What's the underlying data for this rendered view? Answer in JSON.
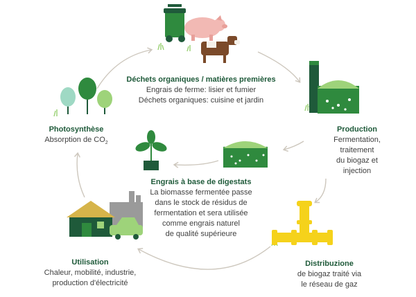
{
  "stages": {
    "waste": {
      "title": "Déchets organiques / matières premières",
      "lines": [
        "Engrais de ferme: lisier et fumier",
        "Déchets organiques: cuisine et jardin"
      ]
    },
    "production": {
      "title": "Production",
      "lines": [
        "Fermentation,",
        "traitement",
        "du biogaz et",
        "injection"
      ]
    },
    "distribution": {
      "title": "Distribuzione",
      "lines": [
        "de biogaz traité via",
        "le réseau de gaz"
      ]
    },
    "utilisation": {
      "title": "Utilisation",
      "lines": [
        "Chaleur, mobilité, industrie,",
        "production d'électricité"
      ]
    },
    "photosynthesis": {
      "title": "Photosynthèse",
      "line_prefix": "Absorption de CO",
      "line_sub": "2"
    },
    "digestate": {
      "title": "Engrais à base de digestats",
      "lines": [
        "La biomasse fermentée passe",
        "dans le stock de résidus de",
        "fermentation et sera utilisée",
        "comme engrais  naturel",
        "de qualité supérieure"
      ]
    }
  },
  "colors": {
    "dark_green": "#1f5a3a",
    "green": "#2f8a3e",
    "light_green": "#9ed37a",
    "yellow": "#f5d21b",
    "pink": "#f2b9b4",
    "brown": "#7b4a2a",
    "arrow": "#cdc7bd",
    "grey": "#9a9a9a"
  },
  "icons": [
    "waste-bin-icon",
    "pig-icon",
    "cow-icon",
    "digester-icon",
    "gas-pipe-icon",
    "house-factory-icon",
    "car-icon",
    "trees-icon",
    "plant-pot-icon",
    "digestate-storage-icon"
  ]
}
